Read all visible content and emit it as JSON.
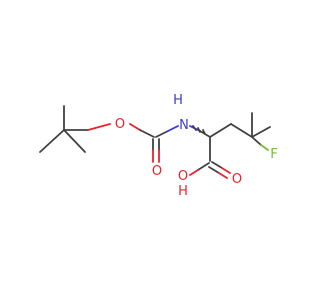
{
  "molecule": {
    "atoms": {
      "ester_o": {
        "label": "O",
        "color": "#e8232b"
      },
      "carbonyl_o": {
        "label": "O",
        "color": "#e8232b"
      },
      "nh": {
        "label": "H",
        "color": "#3a3ad6"
      },
      "nh_n": {
        "label": "N",
        "color": "#3a3ad6"
      },
      "acid_o": {
        "label": "O",
        "color": "#e8232b"
      },
      "acid_h": {
        "label": "H",
        "color": "#e8232b"
      },
      "fluorine": {
        "label": "F",
        "color": "#7ab83a"
      }
    },
    "colors": {
      "carbon": "#404040",
      "oxygen": "#e8232b",
      "nitrogen": "#3a3ad6",
      "fluorine": "#7ab83a",
      "background": "#ffffff"
    }
  }
}
